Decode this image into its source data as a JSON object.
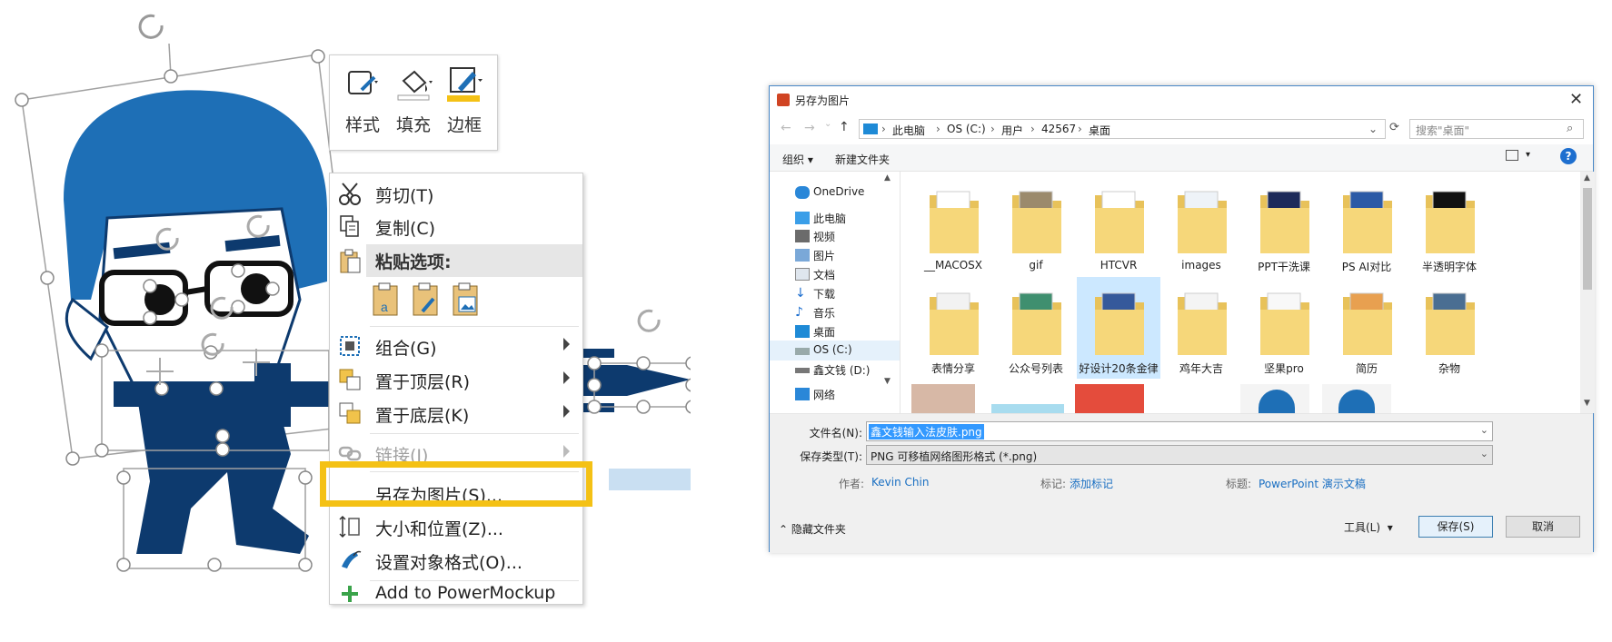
{
  "mini_toolbar": {
    "style_label": "样式",
    "fill_label": "填充",
    "outline_label": "边框"
  },
  "context_menu": {
    "items": [
      {
        "label": "剪切(T)",
        "icon": "scissors-icon"
      },
      {
        "label": "复制(C)",
        "icon": "copy-icon"
      },
      {
        "label": "粘贴选项:",
        "icon": "paste-icon"
      },
      {
        "label": "组合(G)",
        "icon": "group-icon"
      },
      {
        "label": "置于顶层(R)",
        "icon": "bring-to-front-icon"
      },
      {
        "label": "置于底层(K)",
        "icon": "send-to-back-icon"
      },
      {
        "label": "链接(I)",
        "icon": "link-icon"
      },
      {
        "label": "另存为图片(S)...",
        "icon": "save-as-picture-icon"
      },
      {
        "label": "大小和位置(Z)...",
        "icon": "size-position-icon"
      },
      {
        "label": "设置对象格式(O)...",
        "icon": "format-object-icon"
      },
      {
        "label": "Add to PowerMockup",
        "icon": "plus-icon"
      }
    ]
  },
  "dialog": {
    "title": "另存为图片",
    "breadcrumb": [
      "此电脑",
      "OS (C:)",
      "用户",
      "42567",
      "桌面"
    ],
    "search_placeholder": "搜索\"桌面\"",
    "organize_label": "组织",
    "new_folder_label": "新建文件夹",
    "nav_items": [
      {
        "label": "OneDrive",
        "icon": "cloud-icon"
      },
      {
        "label": "此电脑",
        "icon": "computer-icon"
      },
      {
        "label": "视频",
        "icon": "video-icon"
      },
      {
        "label": "图片",
        "icon": "pictures-icon"
      },
      {
        "label": "文档",
        "icon": "documents-icon"
      },
      {
        "label": "下载",
        "icon": "download-icon"
      },
      {
        "label": "音乐",
        "icon": "music-icon"
      },
      {
        "label": "桌面",
        "icon": "desktop-icon"
      },
      {
        "label": "OS (C:)",
        "icon": "drive-c-icon"
      },
      {
        "label": "鑫文钱 (D:)",
        "icon": "drive-d-icon"
      },
      {
        "label": "网络",
        "icon": "network-icon"
      }
    ],
    "files_row1": [
      "__MACOSX",
      "gif",
      "HTCVR",
      "images",
      "PPT干洗课",
      "PS AI对比",
      "半透明字体"
    ],
    "files_row2": [
      "表情分享",
      "公众号列表",
      "好设计20条金律",
      "鸡年大吉",
      "坚果pro",
      "简历",
      "杂物"
    ],
    "filename_label": "文件名(N):",
    "filename_value": "鑫文钱输入法皮肤.png",
    "filetype_label": "保存类型(T):",
    "filetype_value": "PNG 可移植网络图形格式 (*.png)",
    "author_label": "作者:",
    "author_value": "Kevin Chin",
    "tags_label": "标记:",
    "tags_value": "添加标记",
    "doc_title_label": "标题:",
    "doc_title_value": "PowerPoint 演示文稿",
    "hide_folders_label": "隐藏文件夹",
    "tools_label": "工具(L)",
    "save_label": "保存(S)",
    "cancel_label": "取消"
  },
  "colors": {
    "highlight": "#f4c115",
    "dialog_border": "#4a89c8",
    "character_blue": "#1e6fb6",
    "character_navy": "#0d3a6e",
    "arrow": "#c9dff2"
  }
}
